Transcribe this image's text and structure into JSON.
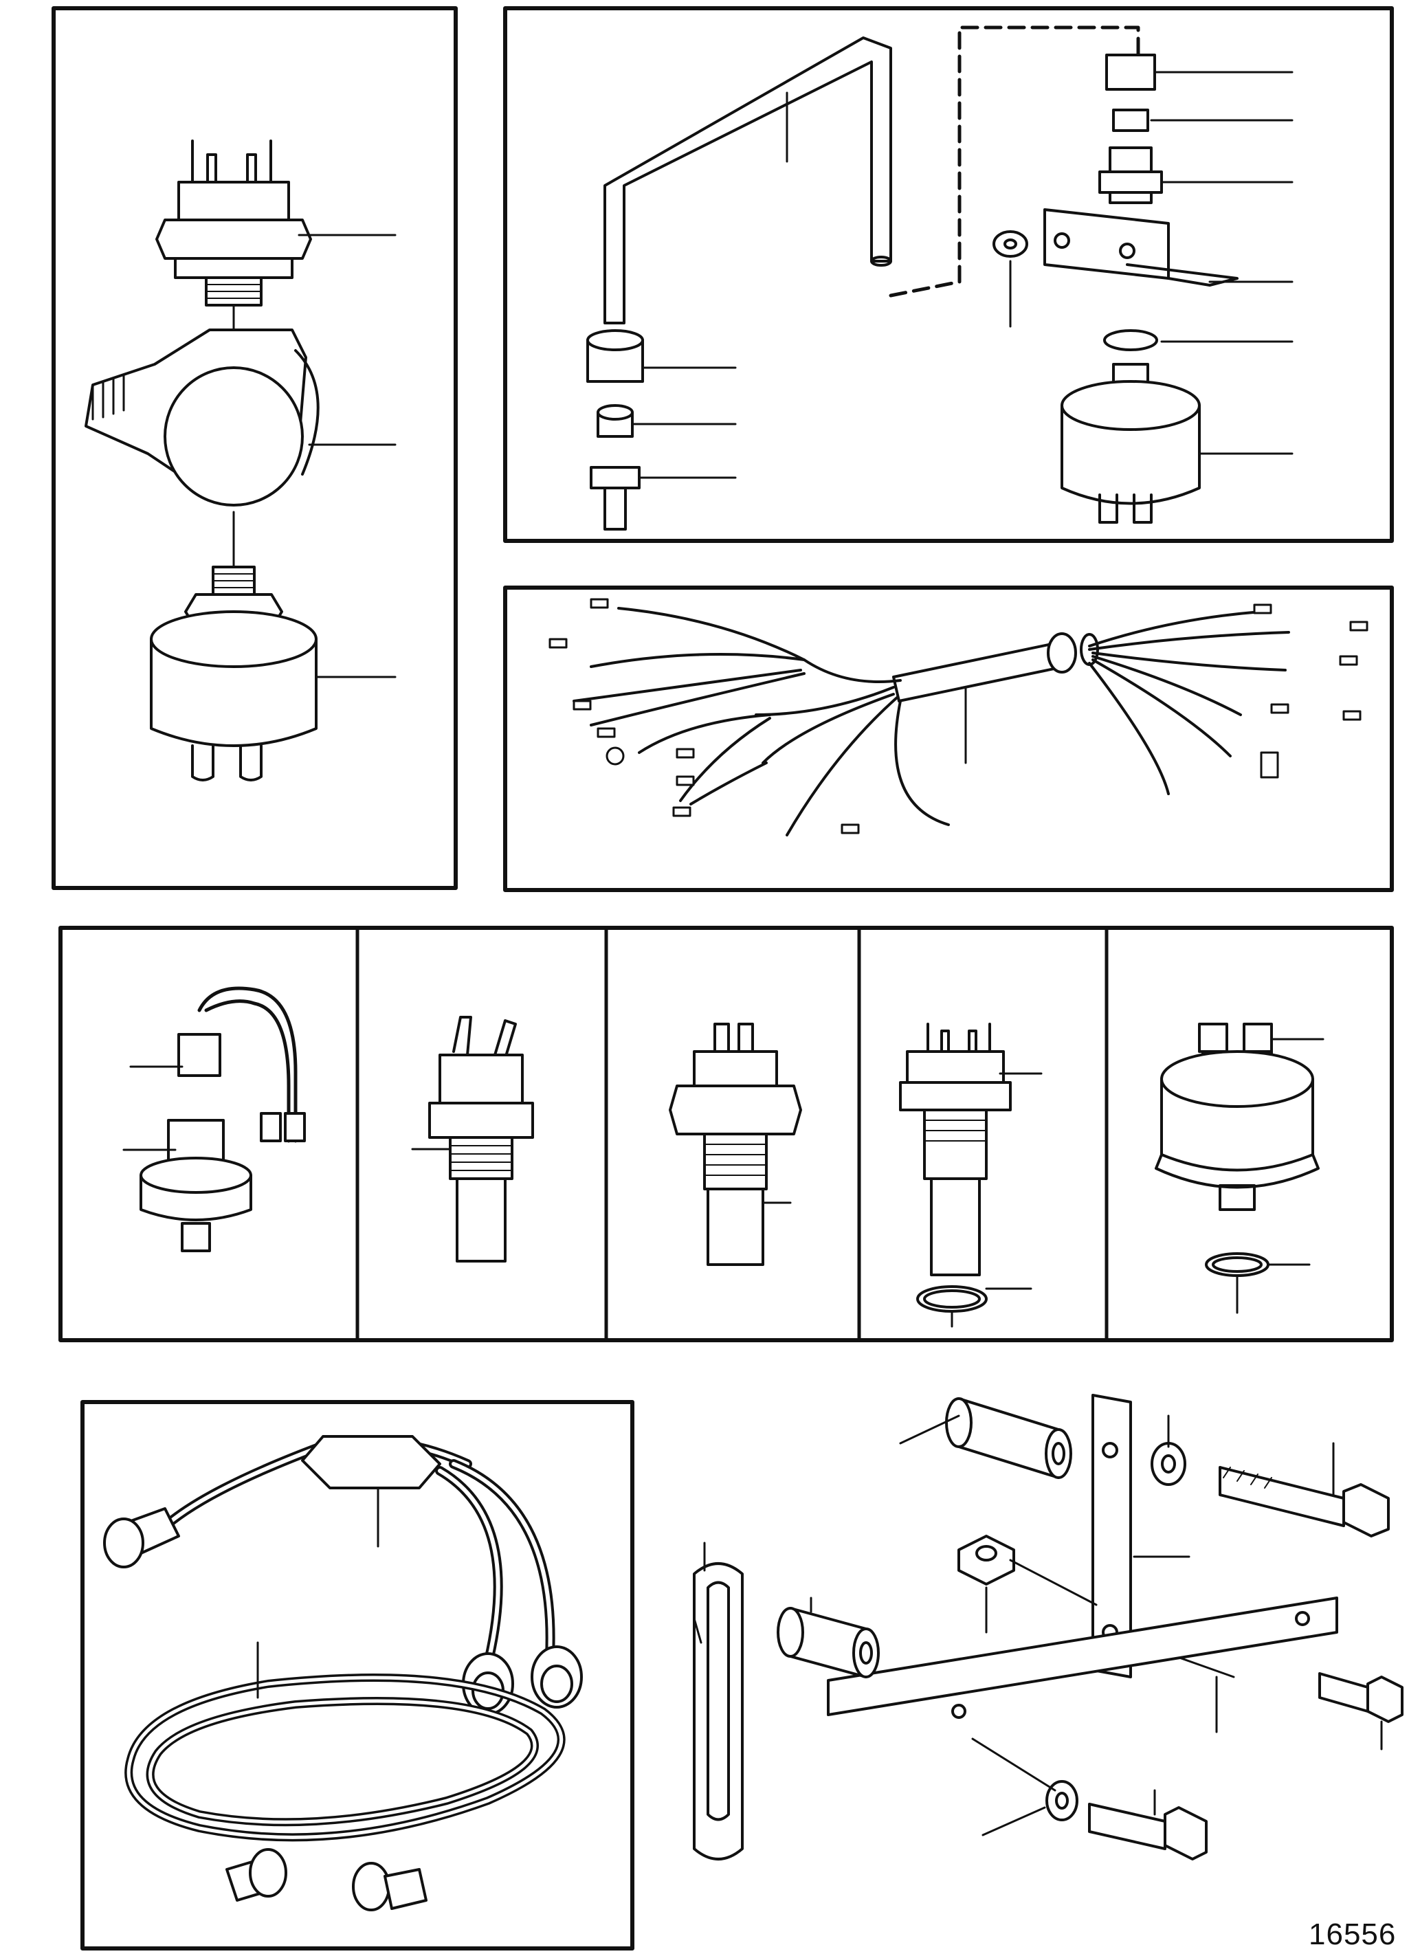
{
  "diagram": {
    "reference_number": "16556",
    "line_color": "#111111",
    "fill_color": "#ffffff",
    "panels": [
      {
        "id": "pressure-sensor-assembly-panel",
        "icon": "pressure-sensor-assembly-icon"
      },
      {
        "id": "pipe-connection-panel",
        "icon": "pipe-and-fittings-icon"
      },
      {
        "id": "wiring-harness-panel",
        "icon": "wiring-harness-icon"
      },
      {
        "id": "sensor-row-panel",
        "icon": "sensor-row-icon"
      },
      {
        "id": "cable-harness-panel",
        "icon": "cable-connector-icon"
      },
      {
        "id": "bracket-assembly-area",
        "icon": "bracket-hardware-icon"
      }
    ]
  }
}
